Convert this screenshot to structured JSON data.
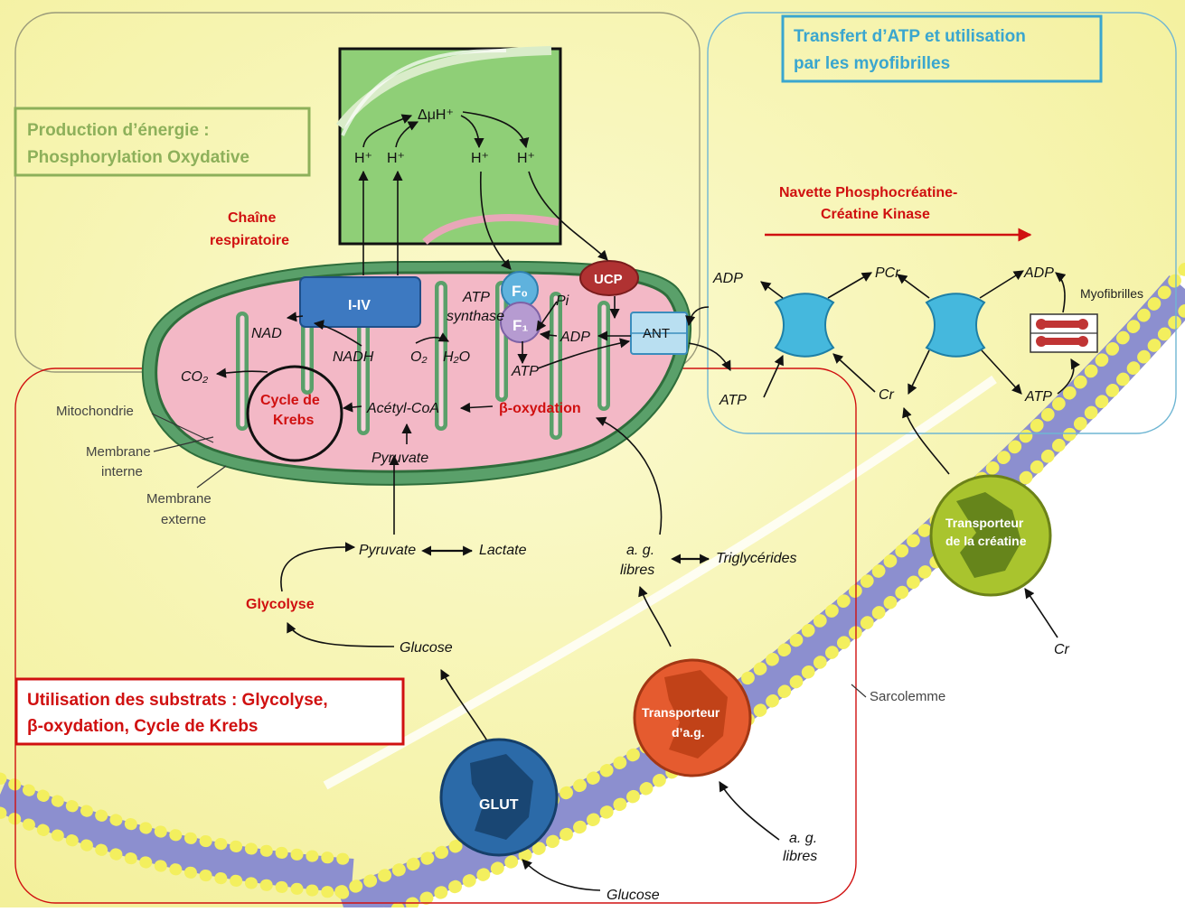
{
  "panels": {
    "production_title": "Production d’énergie : Phosphorylation Oxydative",
    "production_line1": "Production d’énergie :",
    "production_line2": "Phosphorylation Oxydative",
    "transfer_line1": "Transfert d’ATP et utilisation",
    "transfer_line2": "par les myofibrilles",
    "substrates_line1": "Utilisation des substrats : Glycolyse,",
    "substrates_line2": "β-oxydation, Cycle de Krebs"
  },
  "inset": {
    "delta": "ΔμH⁺",
    "h1": "H⁺",
    "h2": "H⁺",
    "h3": "H⁺",
    "h4": "H⁺"
  },
  "mitochondria": {
    "chain_line1": "Chaîne",
    "chain_line2": "respiratoire",
    "complex": "I-IV",
    "nad": "NAD",
    "nadh": "NADH",
    "o2": "O₂",
    "h2o": "H₂O",
    "co2": "CO₂",
    "krebs_line1": "Cycle de",
    "krebs_line2": "Krebs",
    "acetyl": "Acétyl-CoA",
    "beta_ox": "β-oxydation",
    "pyruvate": "Pyruvate",
    "atp_synthase_1": "ATP",
    "atp_synthase_2": "synthase",
    "f0": "F₀",
    "f1": "F₁",
    "pi": "Pi",
    "adp": "ADP",
    "atp": "ATP",
    "ucp": "UCP",
    "ant": "ANT",
    "mito_label": "Mitochondrie",
    "inner_line1": "Membrane",
    "inner_line2": "interne",
    "outer_line1": "Membrane",
    "outer_line2": "externe"
  },
  "cytosol": {
    "pyruvate": "Pyruvate",
    "lactate": "Lactate",
    "glycolyse": "Glycolyse",
    "glucose": "Glucose",
    "ag_line1": "a. g.",
    "ag_line2": "libres",
    "triglycerides": "Triglycérides"
  },
  "shuttle": {
    "title_line1": "Navette Phosphocréatine-",
    "title_line2": "Créatine Kinase",
    "adp_left": "ADP",
    "atp_left": "ATP",
    "pcr": "PCr",
    "cr": "Cr",
    "adp_right": "ADP",
    "atp_right": "ATP",
    "myofibrilles": "Myofibrilles"
  },
  "transporters": {
    "glut": "GLUT",
    "fa_line1": "Transporteur",
    "fa_line2": "d’a.g.",
    "creat_line1": "Transporteur",
    "creat_line2": "de la créatine"
  },
  "outside": {
    "glucose": "Glucose",
    "ag_line1": "a. g.",
    "ag_line2": "libres",
    "cr": "Cr",
    "sarcolemme": "Sarcolemme"
  },
  "colors": {
    "cell_yellow": "#f8f6b4",
    "membrane_blue": "#8c8fcf",
    "lipid_yellow": "#f3ef5e",
    "mito_pink": "#f3b8c6",
    "mito_green": "#5aa06a",
    "inset_green": "#8fcf77",
    "complex_blue": "#3d79c1",
    "accent_red": "#d01010",
    "panel_olive": "#8db05a",
    "panel_cyan": "#3aa6cf",
    "glut_blue": "#2b6aa8",
    "fa_orange": "#e55b2f",
    "creat_green": "#a9c42e"
  }
}
